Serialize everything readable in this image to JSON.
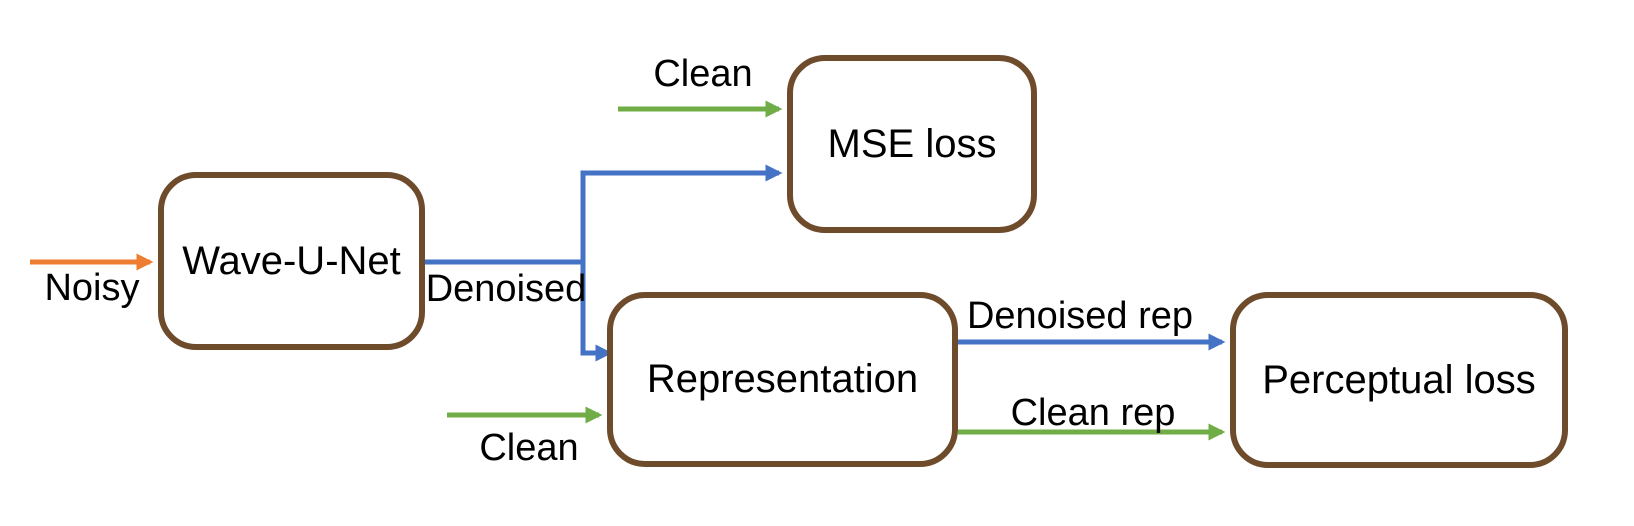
{
  "colors": {
    "background": "#ffffff",
    "node_fill": "#ffffff",
    "node_border": "#6e4b2b",
    "label_text": "#000000",
    "noisy": "#ed7d31",
    "denoised": "#4472c4",
    "clean": "#70ad47"
  },
  "nodes": {
    "wave_u_net": {
      "label": "Wave-U-Net"
    },
    "mse_loss": {
      "label": "MSE loss"
    },
    "representation": {
      "label": "Representation"
    },
    "perceptual_loss": {
      "label": "Perceptual loss"
    }
  },
  "edges": {
    "noisy": {
      "label": "Noisy"
    },
    "denoised": {
      "label": "Denoised"
    },
    "clean_to_mse": {
      "label": "Clean"
    },
    "clean_to_representation": {
      "label": "Clean"
    },
    "denoised_rep": {
      "label": "Denoised rep"
    },
    "clean_rep": {
      "label": "Clean rep"
    }
  }
}
